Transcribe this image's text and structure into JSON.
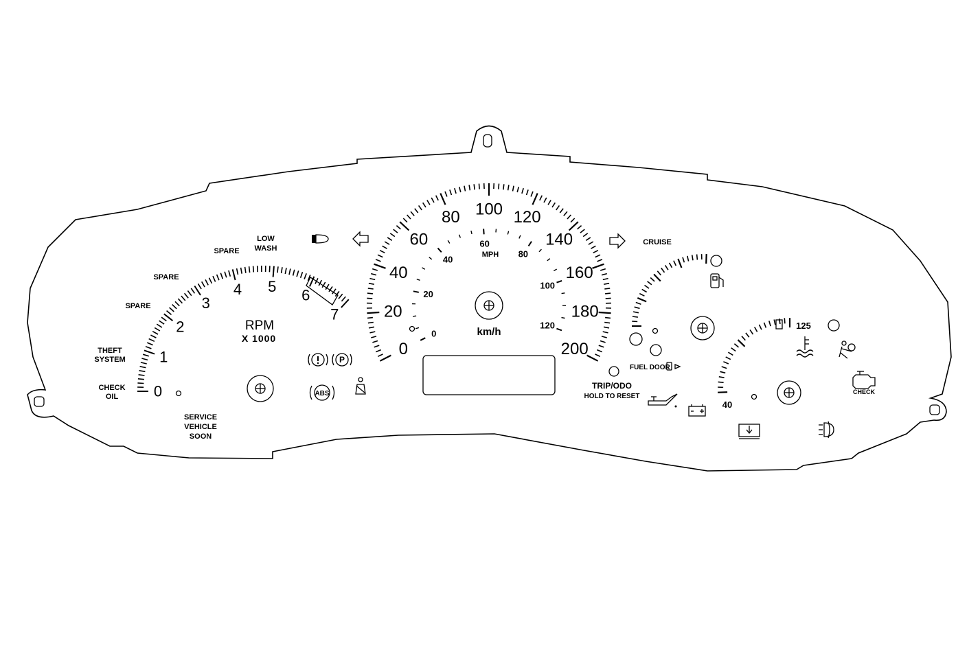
{
  "tachometer": {
    "labels": [
      "0",
      "1",
      "2",
      "3",
      "4",
      "5",
      "6",
      "7"
    ],
    "title": "RPM",
    "subtitle": "X 1000"
  },
  "speedometer": {
    "kmh_labels": [
      "0",
      "20",
      "40",
      "60",
      "80",
      "100",
      "120",
      "140",
      "160",
      "180",
      "200"
    ],
    "mph_labels": [
      "0",
      "20",
      "40",
      "60",
      "80",
      "100",
      "120"
    ],
    "mph_unit": "MPH",
    "kmh_unit": "km/h"
  },
  "temperature_gauge": {
    "low_label": "40",
    "high_label": "125"
  },
  "warning_labels": {
    "check_oil": [
      "CHECK",
      "OIL"
    ],
    "theft_system": [
      "THEFT",
      "SYSTEM"
    ],
    "spare_1": "SPARE",
    "spare_2": "SPARE",
    "spare_3": "SPARE",
    "low_wash": [
      "LOW",
      "WASH"
    ],
    "service_vehicle_soon": [
      "SERVICE",
      "VEHICLE",
      "SOON"
    ],
    "cruise": "CRUISE",
    "fuel_door": "FUEL DOOR",
    "trip_odo": "TRIP/ODO",
    "hold_to_reset": "HOLD TO RESET",
    "abs": "ABS",
    "park": "P",
    "check_engine": "CHECK"
  },
  "icons": [
    "headlamp-icon",
    "turn-left-arrow-icon",
    "turn-right-arrow-icon",
    "brake-warning-icon",
    "park-brake-icon",
    "abs-icon",
    "seatbelt-icon",
    "fuel-pump-icon",
    "oil-can-icon",
    "battery-icon",
    "coolant-temp-icon",
    "airbag-icon",
    "check-engine-icon",
    "trunk-ajar-icon",
    "fog-lamp-icon"
  ],
  "colors": {
    "line": "#000000",
    "background": "#ffffff"
  }
}
